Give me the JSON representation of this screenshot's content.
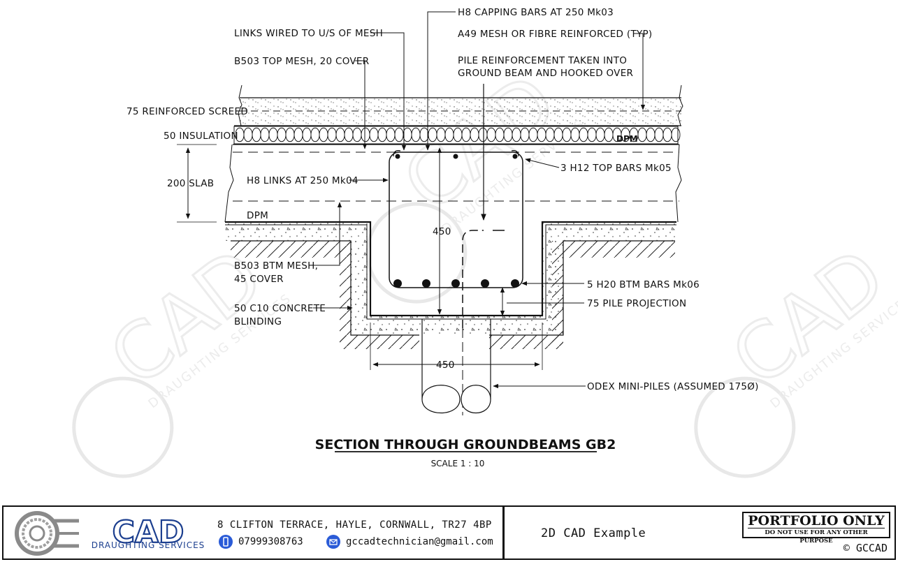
{
  "drawing": {
    "title": "SECTION THROUGH GROUNDBEAMS GB2",
    "scale": "SCALE 1 : 10",
    "labels": {
      "capping_bars": "H8 CAPPING BARS AT 250 Mk03",
      "links_wired": "LINKS WIRED TO U/S OF MESH",
      "a49_mesh": "A49 MESH OR FIBRE REINFORCED (TYP)",
      "b503_top": "B503 TOP MESH, 20 COVER",
      "pile_reinf_1": "PILE REINFORCEMENT TAKEN INTO",
      "pile_reinf_2": "GROUND BEAM AND HOOKED OVER",
      "screed": "75 REINFORCED SCREED",
      "insulation": "50 INSULATION",
      "dpm_top": "DPM",
      "top_bars": "3 H12 TOP BARS Mk05",
      "slab": "200 SLAB",
      "h8_links": "H8 LINKS AT 250 Mk04",
      "dpm_lower": "DPM",
      "dim_450_vert": "450",
      "b503_btm_1": "B503 BTM MESH,",
      "b503_btm_2": "45 COVER",
      "btm_bars": "5 H20 BTM BARS Mk06",
      "pile_projection": "75 PILE PROJECTION",
      "blinding_1": "50 C10 CONCRETE",
      "blinding_2": "BLINDING",
      "dim_450_horiz": "450",
      "mini_piles": "ODEX MINI-PILES (ASSUMED 175Ø)"
    },
    "watermark_text": "DRAUGHTING SERVICES",
    "watermark_logo": "CAD"
  },
  "title_block": {
    "logo_text": "CAD",
    "logo_subtitle": "DRAUGHTING SERVICES",
    "address": "8 CLIFTON TERRACE, HAYLE, CORNWALL, TR27 4BP",
    "phone": "07999308763",
    "email": "gccadtechnician@gmail.com",
    "example_label": "2D CAD Example",
    "portfolio_main": "PORTFOLIO ONLY",
    "portfolio_sub": "DO NOT USE FOR ANY OTHER PURPOSE",
    "copyright": "© GCCAD",
    "colors": {
      "brand_blue": "#1c3f8f",
      "icon_blue": "#2a5bd7"
    }
  }
}
